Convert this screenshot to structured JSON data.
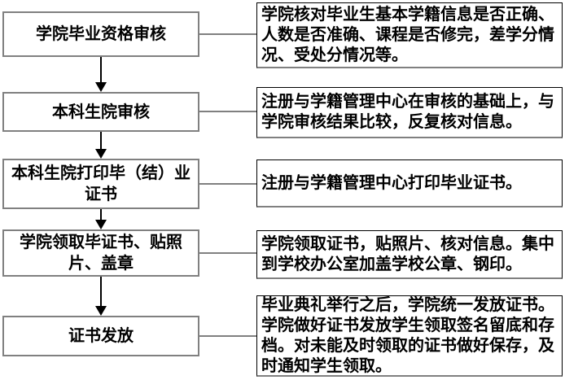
{
  "colors": {
    "process_box_border": "#808080",
    "description_box_border": "#000000",
    "description_box_shadow": "#808080",
    "connector_line": "#808080",
    "arrow": "#000000",
    "text": "#000000",
    "background": "#ffffff"
  },
  "flowchart": {
    "type": "vertical-process-flow-with-annotations",
    "steps": [
      {
        "label": "学院毕业资格审核",
        "description": "学院核对毕业生基本学籍信息是否正确、人数是否准确、课程是否修完，差学分情况、受处分情况等。"
      },
      {
        "label": "本科生院审核",
        "description": "注册与学籍管理中心在审核的基础上，与学院审核结果比较，反复核对信息。"
      },
      {
        "label": "本科生院打印毕（结）业\n证书",
        "description": "注册与学籍管理中心打印毕业证书。"
      },
      {
        "label": "学院领取毕证书、贴照\n片、盖章",
        "description": "学院领取证书，贴照片、核对信息。集中到学校办公室加盖学校公章、钢印。"
      },
      {
        "label": "证书发放",
        "description": "毕业典礼举行之后，学院统一发放证书。学院做好证书发放学生领取签名留底和存档。对未能及时领取的证书做好保存，及时通知学生领取。"
      }
    ]
  }
}
